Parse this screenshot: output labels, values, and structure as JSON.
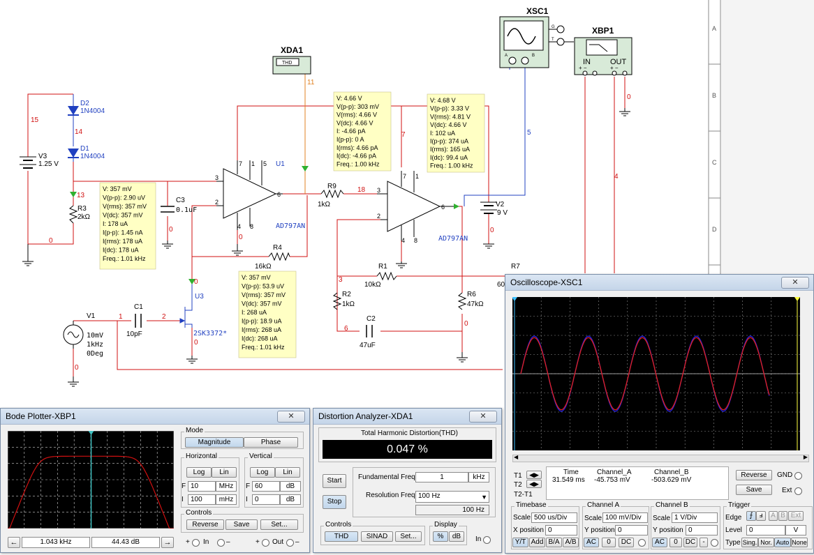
{
  "schematic": {
    "sheet_rows": [
      "A",
      "B",
      "C",
      "D"
    ],
    "instruments": {
      "xsc1": {
        "label": "XSC1",
        "ch_a": "A",
        "ch_b": "B",
        "gnd": "G",
        "trig": "T"
      },
      "xbp1": {
        "label": "XBP1",
        "in": "IN",
        "out": "OUT",
        "in_pins": "+ −",
        "out_pins": "+ −"
      },
      "xda1": {
        "label": "XDA1",
        "screen": "THD"
      }
    },
    "components": {
      "d2": {
        "ref": "D2",
        "value": "1N4004"
      },
      "d1": {
        "ref": "D1",
        "value": "1N4004"
      },
      "v3": {
        "ref": "V3",
        "value": "1.25 V"
      },
      "r3": {
        "ref": "R3",
        "value": "2kΩ"
      },
      "c3": {
        "ref": "C3",
        "value": "0.1uF"
      },
      "u1": {
        "ref": "U1",
        "model": "AD797AN"
      },
      "u2": {
        "model": "AD797AN"
      },
      "r9": {
        "ref": "R9",
        "value": "1kΩ"
      },
      "r4": {
        "ref": "R4",
        "value": "16kΩ"
      },
      "r1": {
        "ref": "R1",
        "value": "10kΩ"
      },
      "r2": {
        "ref": "R2",
        "value": "1kΩ"
      },
      "r6": {
        "ref": "R6",
        "value": "47kΩ"
      },
      "r7": {
        "ref": "R7",
        "value": "60"
      },
      "c2": {
        "ref": "C2",
        "value": "47uF"
      },
      "c1": {
        "ref": "C1",
        "value": "10pF"
      },
      "v1": {
        "ref": "V1",
        "amp": "10mV",
        "freq": "1kHz",
        "phase": "0Deg"
      },
      "v2": {
        "ref": "V2",
        "value": "9 V"
      },
      "u3": {
        "ref": "U3",
        "model": "2SK3372*"
      }
    },
    "pins": {
      "p3": "3",
      "p2": "2",
      "p7": "7",
      "p1": "1",
      "p5": "5",
      "p4": "4",
      "p8": "8",
      "p6": "6",
      "u2p7": "7",
      "u2p1": "1",
      "u2p3": "3",
      "u2p2": "2",
      "u2p4": "4",
      "u2p8": "8",
      "u2p6": "6"
    },
    "nets": {
      "n15": "15",
      "n14": "14",
      "n13": "13",
      "n0a": "0",
      "n0b": "0",
      "n0c": "0",
      "n0d": "0",
      "n0e": "0",
      "n0f": "0",
      "n0g": "0",
      "n0h": "0",
      "n11": "11",
      "n7": "7",
      "n18": "18",
      "n5": "5",
      "n4": "4",
      "n3": "3",
      "n6": "6",
      "n1": "1",
      "n2": "2",
      "n0i": "0"
    },
    "probes": [
      {
        "lines": [
          "V: 357 mV",
          "V(p-p): 2.90 uV",
          "V(rms): 357 mV",
          "V(dc): 357 mV",
          "I: 178 uA",
          "I(p-p): 1.45 nA",
          "I(rms): 178 uA",
          "I(dc): 178 uA",
          "Freq.: 1.01 kHz"
        ]
      },
      {
        "lines": [
          "V: 4.66 V",
          "V(p-p): 303 mV",
          "V(rms): 4.66 V",
          "V(dc): 4.66 V",
          "I: -4.66 pA",
          "I(p-p): 0 A",
          "I(rms): 4.66 pA",
          "I(dc): -4.66 pA",
          "Freq.: 1.00 kHz"
        ]
      },
      {
        "lines": [
          "V: 4.68 V",
          "V(p-p): 3.33 V",
          "V(rms): 4.81 V",
          "V(dc): 4.66 V",
          "I: 102 uA",
          "I(p-p): 374 uA",
          "I(rms): 165 uA",
          "I(dc): 99.4 uA",
          "Freq.: 1.00 kHz"
        ]
      },
      {
        "lines": [
          "V: 357 mV",
          "V(p-p): 53.9 uV",
          "V(rms): 357 mV",
          "V(dc): 357 mV",
          "I: 268 uA",
          "I(p-p): 18.9 uA",
          "I(rms): 268 uA",
          "I(dc): 268 uA",
          "Freq.: 1.01 kHz"
        ]
      }
    ]
  },
  "bode": {
    "title": "Bode Plotter-XBP1",
    "close": "✕",
    "mode": {
      "title": "Mode",
      "magnitude": "Magnitude",
      "phase": "Phase"
    },
    "horizontal": {
      "title": "Horizontal",
      "log": "Log",
      "lin": "Lin",
      "f_label": "F",
      "f_value": "10",
      "f_unit": "MHz",
      "i_label": "I",
      "i_value": "100",
      "i_unit": "mHz"
    },
    "vertical": {
      "title": "Vertical",
      "log": "Log",
      "lin": "Lin",
      "f_label": "F",
      "f_value": "60",
      "f_unit": "dB",
      "i_label": "I",
      "i_value": "0",
      "i_unit": "dB"
    },
    "controls": {
      "title": "Controls",
      "reverse": "Reverse",
      "save": "Save",
      "set": "Set..."
    },
    "readout": {
      "freq": "1.043 kHz",
      "gain": "44.43 dB"
    },
    "io": {
      "in_prefix": "+",
      "in_label": "In",
      "out_prefix": "+",
      "out_label": "Out",
      "minus": "–"
    },
    "nav": {
      "left": "←",
      "right": "→"
    },
    "plot": {
      "f_min_hz": 0.1,
      "f_max_hz": 10000000,
      "g_min_db": 0,
      "g_max_db": 60,
      "cursor_hz": 1043,
      "pass_gain_db": 44.43,
      "colors": {
        "trace": "#d01010",
        "grid": "#d0d0d0",
        "cursor": "#40c0c0"
      }
    }
  },
  "distortion": {
    "title": "Distortion Analyzer-XDA1",
    "close": "✕",
    "heading": "Total Harmonic Distortion(THD)",
    "value": "0.047 %",
    "start": "Start",
    "stop": "Stop",
    "fund_label": "Fundamental Freq.",
    "fund_value": "1",
    "fund_unit": "kHz",
    "res_label": "Resolution Freq.",
    "res_value": "100 Hz",
    "res_below": "100 Hz",
    "controls": {
      "title": "Controls",
      "thd": "THD",
      "sinad": "SINAD",
      "set": "Set..."
    },
    "display": {
      "title": "Display",
      "pct": "%",
      "db": "dB"
    },
    "in_label": "In"
  },
  "scope": {
    "title": "Oscilloscope-XSC1",
    "close": "✕",
    "t1": "T1",
    "t2": "T2",
    "t2t1": "T2-T1",
    "headers": {
      "time": "Time",
      "cha": "Channel_A",
      "chb": "Channel_B"
    },
    "row1": {
      "time": "31.549 ms",
      "cha": "-45.753 mV",
      "chb": "-503.629 mV"
    },
    "reverse": "Reverse",
    "save": "Save",
    "gnd": "GND",
    "ext": "Ext",
    "timebase": {
      "title": "Timebase",
      "scale_label": "Scale",
      "scale": "500 us/Div",
      "xpos_label": "X position",
      "xpos": "0",
      "yt": "Y/T",
      "add": "Add",
      "ba": "B/A",
      "ab": "A/B"
    },
    "cha": {
      "title": "Channel A",
      "scale_label": "Scale",
      "scale": "100 mV/Div",
      "ypos_label": "Y position",
      "ypos": "0",
      "ac": "AC",
      "zero": "0",
      "dc": "DC"
    },
    "chb": {
      "title": "Channel B",
      "scale_label": "Scale",
      "scale": "1  V/Div",
      "ypos_label": "Y position",
      "ypos": "0",
      "ac": "AC",
      "zero": "0",
      "dc": "DC",
      "minus": "-"
    },
    "trigger": {
      "title": "Trigger",
      "edge_label": "Edge",
      "a": "A",
      "b": "B",
      "ext": "Ext",
      "level_label": "Level",
      "level": "0",
      "level_unit": "V",
      "type_label": "Type",
      "sing": "Sing.",
      "nor": "Nor.",
      "auto": "Auto",
      "none": "None"
    },
    "plot": {
      "cycles": 4.6,
      "amp_a": 0.235,
      "amp_b": 0.245,
      "colors": {
        "a": "#e02020",
        "b": "#2020e0",
        "grid": "#909090",
        "bg": "#000000"
      }
    }
  }
}
